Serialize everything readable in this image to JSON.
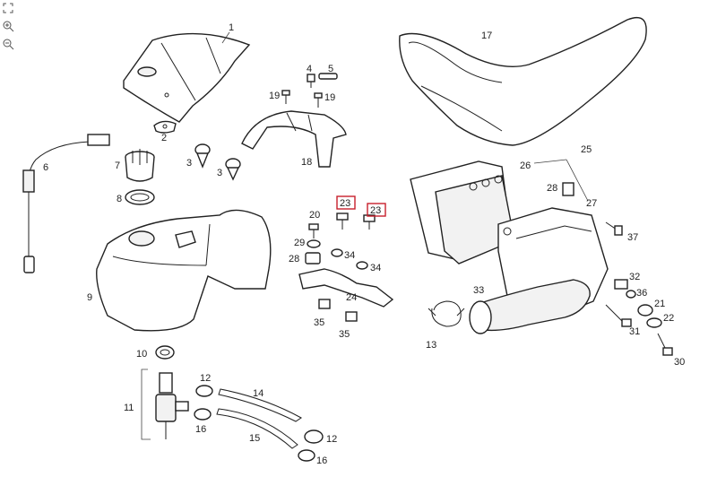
{
  "toolbar": {
    "tools": [
      {
        "name": "fit-icon"
      },
      {
        "name": "zoom-in-icon"
      },
      {
        "name": "zoom-out-icon"
      }
    ]
  },
  "colors": {
    "line": "#222222",
    "highlight": "#c8202c",
    "background": "#ffffff"
  },
  "parts": {
    "p1": "1",
    "p2": "2",
    "p3a": "3",
    "p3b": "3",
    "p4": "4",
    "p5": "5",
    "p6": "6",
    "p7": "7",
    "p8": "8",
    "p9": "9",
    "p10": "10",
    "p11": "11",
    "p12a": "12",
    "p12b": "12",
    "p13": "13",
    "p14": "14",
    "p15": "15",
    "p16a": "16",
    "p16b": "16",
    "p17": "17",
    "p18": "18",
    "p19a": "19",
    "p19b": "19",
    "p20": "20",
    "p21": "21",
    "p22": "22",
    "p23a": "23",
    "p23b": "23",
    "p24": "24",
    "p25": "25",
    "p26": "26",
    "p27": "27",
    "p28a": "28",
    "p28b": "28",
    "p29": "29",
    "p30": "30",
    "p31": "31",
    "p32": "32",
    "p33": "33",
    "p34a": "34",
    "p34b": "34",
    "p35a": "35",
    "p35b": "35",
    "p36": "36",
    "p37": "37"
  }
}
